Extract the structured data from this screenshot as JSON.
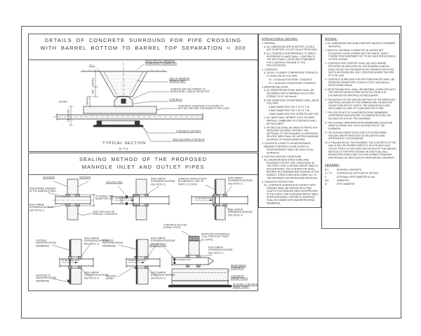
{
  "sheet": {
    "panel1": {
      "title1": "DETAILS OF CONCRETE SURROUND FOR PIPE CROSSING",
      "title2": "WITH BARREL BOTTOM TO BARREL TOP SEPARATION < 300",
      "caption": "TYPICAL SECTION",
      "scale": "N.T.S.",
      "callouts": {
        "fcl": "F.C.L.",
        "selected_fill": "SELECTED FILL MATERIAL\nTHOROUGHLY COMPACTED",
        "trench_limit": "LINE OF NARROW\nTRENCH LIMIT",
        "surface_formed": "SURFACE MAY BE FORMED TO\nHORIZONTAL, RADIUS OR BATTER",
        "concrete": "CONCRETE",
        "surround_extend": "CONCRETE SURROUND TO EXTEND TO\nBUT NOT BEYOND THE NEAREST PIPE JOINT",
        "support": "CONCRETE SUPPORT",
        "blinding": "50mm BLINDING CONCRETE",
        "dim_varies_a": "VARIES",
        "dim_300": "300",
        "dim_varies_b": "VARIES",
        "dim_min": "150 MIN.",
        "dim_pipe": "150+Ø+150"
      }
    },
    "panel2": {
      "title1": "SEALING METHOD OF THE PROPOSED",
      "title2": "MANHOLE INLET AND OUTLET PIPES",
      "labels": {
        "exterior": "EXTERIOR",
        "interior": "INTERIOR",
        "preformed": "PREFORMED OPENING\nIN THE MANHOLE WALL",
        "mortar": "NON SHRINK\nEXPANDING MORTAR\nSEE NOTE 11",
        "ext_dia": "EXTERNAL PIPE\nDIAMETER+100",
        "cast": "CAST IN PLACE OR\nPRECAST CONCRETE",
        "sealing_ring": "SEALING RING",
        "flow": "FLOW DIRECTION",
        "surface_painted": "SURFACE PAINTED WITH\nBITUMINOUS COAT OF\nPAINT (2 COATS)",
        "flex_membrane": "FLEXIBLE\nWATERPROOFING\nMEMBRANE",
        "fixation": "FIXATION OF\nWATERPROOFING\nMEMBRANE",
        "sealing_agent": "SEALING\nAGENT",
        "blocks": "CONCRETE BLOCKS\n(100mm THICK)",
        "approved_paint": "APPROVED BITUMINOUS\nCOAL TAR EPOXY PAINT\n(2 COATS)",
        "reinforced": "REINFORCED\nCONCRETE",
        "concrete_thick": "CONCRETE\n(150mm THICK)",
        "blinding_thick": "BLINDING CONCRETE\n(50mm THICK)"
      }
    },
    "structural_notes": {
      "title": "STRUCTURAL NOTES:",
      "items": [
        "1. GENERAL:",
        "A. ALL DIMENSIONS ARE IN METERS, LEVELS ARE IN METERS. DO NOT SCALE FROM DWG.",
        "B. ALL CONSTRUCTION MATERIALS TO WHICH REFERENCE IS MADE SHALL CONFORM TO THE APPLICABLE CODES AND STANDARDS FOR CONSTRUCTION AND TO THE SPECIFICATIONS.",
        "2. CONCRETE:",
        "A. 28-DAY CYLINDER COMPRESSIVE STRENGTH FC SHALL BE AS FOLLOWS:",
        "FC = 35 N/mm2 FOR REINF. CONCRETE",
        "FC = 15 N/mm2 FOR BLINDING CONCRETE",
        "3. REINFORCING STEEL:",
        "A. ALL REINFORCING STEEL BARS SHALL BE DEFORMED WITH A MINIMUM YIELD POINT STRENG TH OF 415 N/mm2.",
        "B. MIN. DIAMETERS OF BAR BENDS SHALL BE AS FOLLOWS:",
        "6 BAR DIAMETERS FOR T 10 TO T 25",
        "8 BAR DIAMETERS FOR T 28 TO T 36",
        "4 BAR DIAMETERS FOR STIRRUPS AND TIES",
        "C. ALL BARS SHALL BE BENT COLD. NO BARS PARTIALLY EMBEDDED IN CONCRETE SHALL BE FIELD BENT.",
        "D. NO SPLICES SHALL BE MADE AT POINTS NOT INDICATED ON DWGS. WITHOUT THE APPROVAL OF THE ENGINEER. AT APPROVED SPLICES, BARS SHALL BE LAPPED A MINIMUM DISTANCE OF 40 BAR DIAMETERS.",
        "4. CONCRETE COVER TO REINFORCEMENT:",
        "MINIMUM CONCRETE CLEAR COVER TO REINFORCEMENT SHALL BE 50mm TO ALL SURFACES.",
        "5. EXISTING GROUND CONDITIONS:",
        "ALL UNDERGROUND STRUCTURES ARE DESIGNED FOR DRY SOIL CONDITIONS. IN THE EVENT THAT A GROUND WATER TABLE IS ENCOUNTERED, THE CONTRACTOR SHALL INFORM THE ENGINEER AND DESIGNS OF THE SUBJECT STRUCTURES AND SUBMIT ALL TO THE ENGINEER FOR REVIEW AND APPROVAL.",
        "6. CONCRETE PROTECTION:",
        "ALL CONCRETE SURFACES IN CONTACT WITH GROUND SHALL BE PAINTED WITH TWO COATS OF BITUMINOUS PAINT AS APPROVED. IN THE EVENT THAT A GROUND WATER TABLE IS ENCOUNTERED, CONCRETE SURFACES SHALL BE TANKED WITH WATERPROOFING MEMBRANE."
      ]
    },
    "notes": {
      "title": "NOTES:",
      "items": [
        "1. ALL DIMENSIONS ARE IN MILLIMETERS UNLESS OTHERWISE INDICATED.",
        "2. BACKFILL MATERIAL COMPACTED IN LAYERS NOT EXCEEDING 150mm COMPACTED THICKNESS. HEAVY COMPACTION EQUIPMENT NOT TO BE USED WITHIN 300mm OF PIPE CROWN.",
        "3. CONCRETE PIPE SUPPORT SHALL BE USED WHERE SPECIFIED OR INDICATED ON THE DRAWINGS AND AS DIRECTED BY THE ENGINEER IN ACCORDANCE WITH PIPE DEPTH AS PREVAILING SOIL CONDITION WHERE THE PIPE IS TO BE LAID.",
        "4. CONCRETE SURROUND FOR PIPE PENETRATION SHALL BE PROVIDED WHERE PIPE COVER IS LESS THAN 600mm FROM FINISH GRADE.",
        "5. SELECTED BACKFILL SHALL BE MATERIAL COMPLYING WITH THE SPECIFICATION EITHER SELECTED FROM THE EXCAVATION OR IMPORTED AS NECESSARY.",
        "6. THE DETAILS OF THE SEALING METHOD OF THE MANHOLES AND PIPES SHOWN ON THIS DRAWING ARE SHOWN FOR SOCKET AND SPIGOT JOINTS. THE SAME DETAILS ARE APPLICABLE IN CASE OF COUPLINGS OR OTHER.",
        "7. THE USE OR NOT OF A WATERPROOFING MEMBRANE UNDERNEATH AND AROUND THE MANHOLES SHALL BE DECIDED ON SITE BY THE ENGINEER.",
        "8. THE FLEXIBLE WATERPROOFING MEMBRANE SHOULD BE MADE OF RESIN 4mm THICK AS DIRECTED BY THE ENGINEER.",
        "9. THE SEALING AGENT SHOULD BE A POLYURETHANE SEALANT WATER RESISTANT AS REQUESTED AND APPROVED BY THE ENGINEER.",
        "10. IF REQUESTED BY THE ENGINEER, THE CONCRETE OF THE WALLS WILL BE POURED DIRECTLY ON THE INLET AND OUTLET PIPES. IN THIS CASE THE DETAILS OF THE SEALING METHOD OF THE PIPES SHOWN ON THIS PLAN, WILL REMAIN APPLICABLE AND THE NON SHRINK EXPANDING MORTAR WILL BE REPLACED BY REINFORCED CONCRETE."
      ]
    },
    "legend": {
      "title": "LEGEND:",
      "entries": [
        {
          "key": "B.C.",
          "value": "BLINDING CONCRETE"
        },
        {
          "key": "C.L.P.T.",
          "value": "CONTINUOUS LAP POINT AT SPLICES"
        },
        {
          "key": "D",
          "value": "EXTERNAL PIPE DIAMETER IN mm."
        },
        {
          "key": "DIA.",
          "value": "DIAMETER"
        },
        {
          "key": "Ø",
          "value": "PIPE DIAMETER"
        }
      ]
    }
  }
}
